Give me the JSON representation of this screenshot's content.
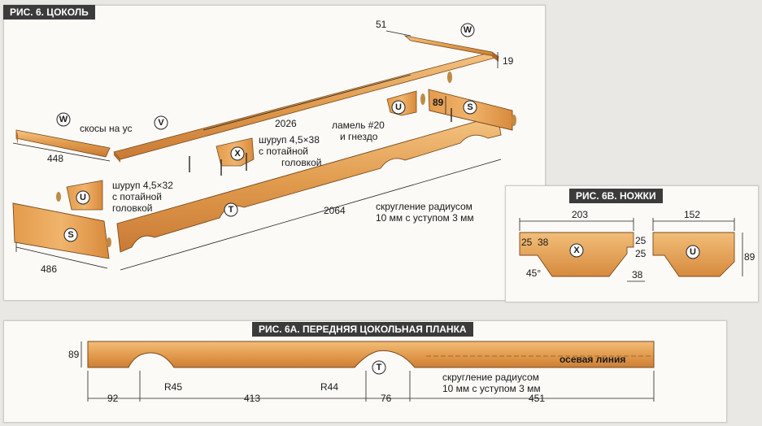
{
  "fig6": {
    "title": "РИС. 6. ЦОКОЛЬ",
    "labels": {
      "bevels": "скосы на ус",
      "screw1_l1": "шуруп 4,5×38",
      "screw1_l2": "с потайной",
      "screw1_l3": "головкой",
      "screw2_l1": "шуруп 4,5×32",
      "screw2_l2": "с потайной",
      "screw2_l3": "головкой",
      "lamel_l1": "ламель #20",
      "lamel_l2": "и гнездо",
      "round_l1": "скругление радиусом",
      "round_l2": "10 мм с уступом 3 мм"
    },
    "dims": {
      "d51": "51",
      "d19": "19",
      "d2026": "2026",
      "d448": "448",
      "d89": "89",
      "d2064": "2064",
      "d486": "486"
    },
    "parts": {
      "W": "W",
      "V": "V",
      "X": "X",
      "U": "U",
      "S": "S",
      "T": "T"
    }
  },
  "fig6b": {
    "title": "РИС. 6B. НОЖКИ",
    "dims": {
      "d203": "203",
      "d152": "152",
      "d25a": "25",
      "d38a": "38",
      "d25b": "25",
      "d25c": "25",
      "d89": "89",
      "d45": "45°",
      "d38b": "38"
    },
    "parts": {
      "X": "X",
      "U": "U"
    }
  },
  "fig6a": {
    "title": "РИС. 6А. ПЕРЕДНЯЯ ЦОКОЛЬНАЯ ПЛАНКА",
    "labels": {
      "axis": "осевая линия",
      "round_l1": "скругление радиусом",
      "round_l2": "10 мм с уступом 3 мм"
    },
    "dims": {
      "d89": "89",
      "r45": "R45",
      "r44": "R44",
      "d92": "92",
      "d413": "413",
      "d76": "76",
      "d451": "451"
    },
    "parts": {
      "T": "T"
    }
  },
  "colors": {
    "wood_light": "#f0b871",
    "wood": "#d98d3c",
    "wood_dark": "#b8692a",
    "tag_bg": "#3b3b3b"
  }
}
